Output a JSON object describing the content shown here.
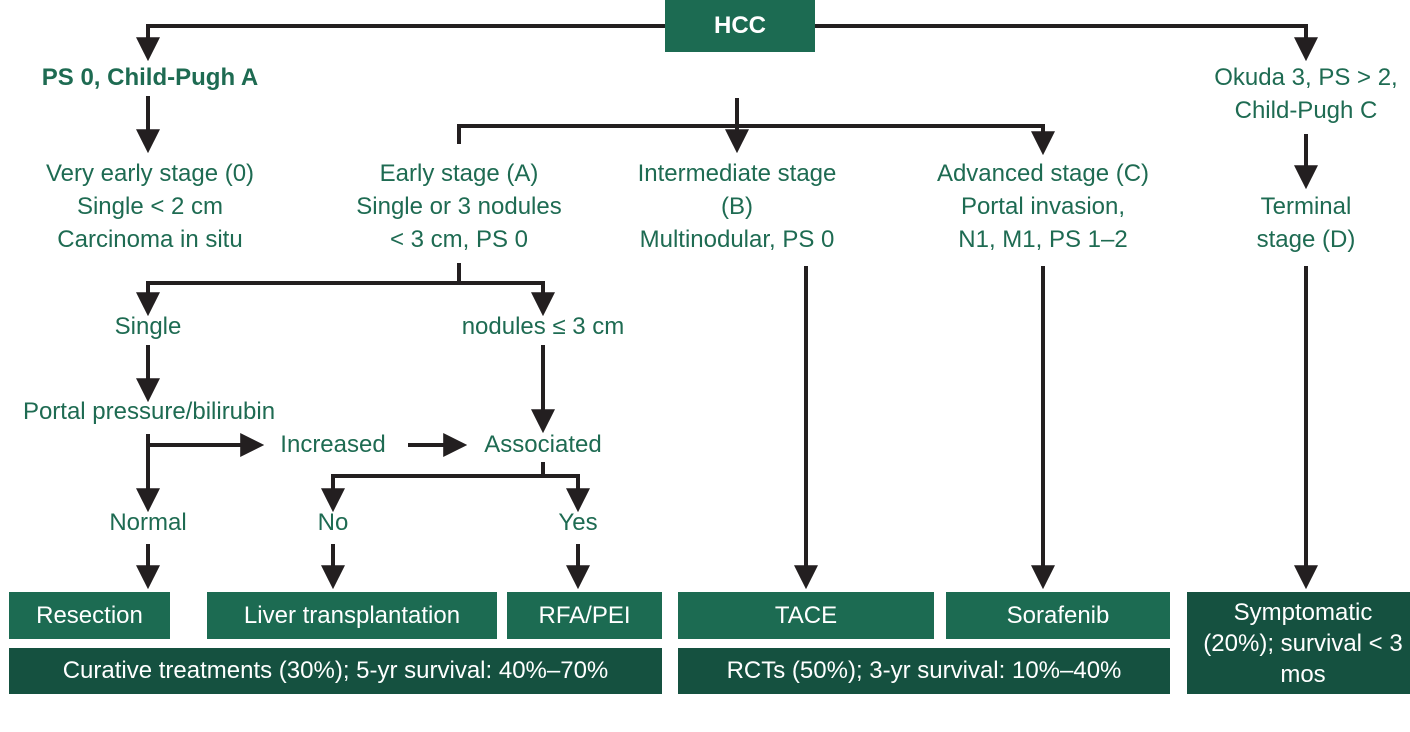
{
  "title": "HCC",
  "criteria": {
    "left": "PS 0, Child-Pugh A",
    "right_line1": "Okuda 3, PS > 2,",
    "right_line2": "Child-Pugh C"
  },
  "stages": {
    "very_early": [
      "Very early stage (0)",
      "Single < 2 cm",
      "Carcinoma in situ"
    ],
    "early": [
      "Early stage (A)",
      "Single or 3 nodules",
      "< 3 cm, PS 0"
    ],
    "intermediate": [
      "Intermediate stage",
      "(B)",
      "Multinodular, PS 0"
    ],
    "advanced": [
      "Advanced stage (C)",
      "Portal invasion,",
      "N1, M1, PS 1–2"
    ],
    "terminal": [
      "Terminal",
      "stage (D)"
    ]
  },
  "branches": {
    "single": "Single",
    "nodules": "nodules ≤ 3 cm",
    "portal": "Portal pressure/bilirubin",
    "increased": "Increased",
    "associated": "Associated",
    "normal": "Normal",
    "no": "No",
    "yes": "Yes"
  },
  "treatments": {
    "resection": "Resection",
    "liver_transplantation": "Liver transplantation",
    "rfa_pei": "RFA/PEI",
    "tace": "TACE",
    "sorafenib": "Sorafenib",
    "symptomatic": "Symptomatic (20%); survival < 3 mos"
  },
  "outcomes": {
    "curative": "Curative treatments (30%); 5-yr survival: 40%–70%",
    "rcts": "RCTs (50%); 3-yr survival: 10%–40%"
  },
  "colors": {
    "teal": "#1c6b52",
    "dark_teal": "#155140",
    "text_teal": "#1e6b52",
    "arrow": "#231f20"
  }
}
